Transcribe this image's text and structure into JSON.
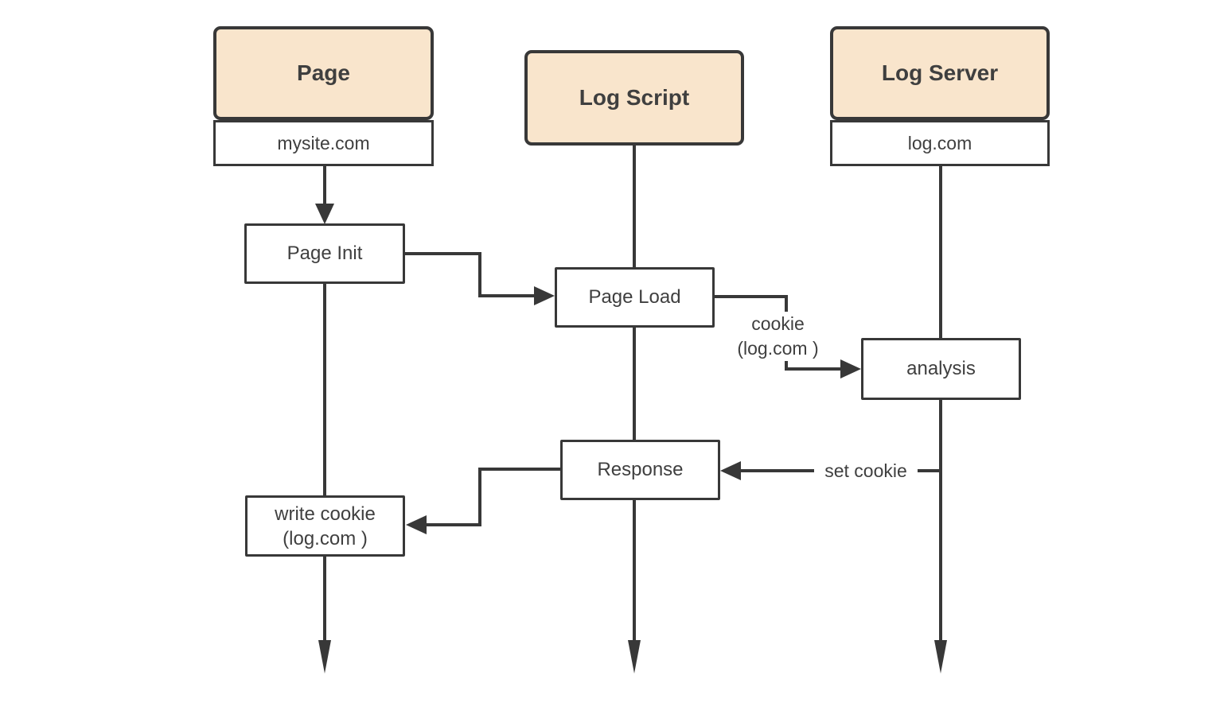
{
  "colors": {
    "header_fill": "#f9e5cc",
    "line": "#383838",
    "text": "#3f3f3f",
    "background": "#ffffff"
  },
  "actors": [
    {
      "id": "page",
      "title": "Page",
      "domain": "mysite.com"
    },
    {
      "id": "log-script",
      "title": "Log Script"
    },
    {
      "id": "log-server",
      "title": "Log Server",
      "domain": "log.com"
    }
  ],
  "nodes": {
    "page_init": "Page Init",
    "page_load": "Page Load",
    "analysis": "analysis",
    "response": "Response",
    "write_cookie": "write cookie\n(log.com )"
  },
  "edge_labels": {
    "cookie": "cookie\n(log.com )",
    "set_cookie": "set cookie"
  }
}
